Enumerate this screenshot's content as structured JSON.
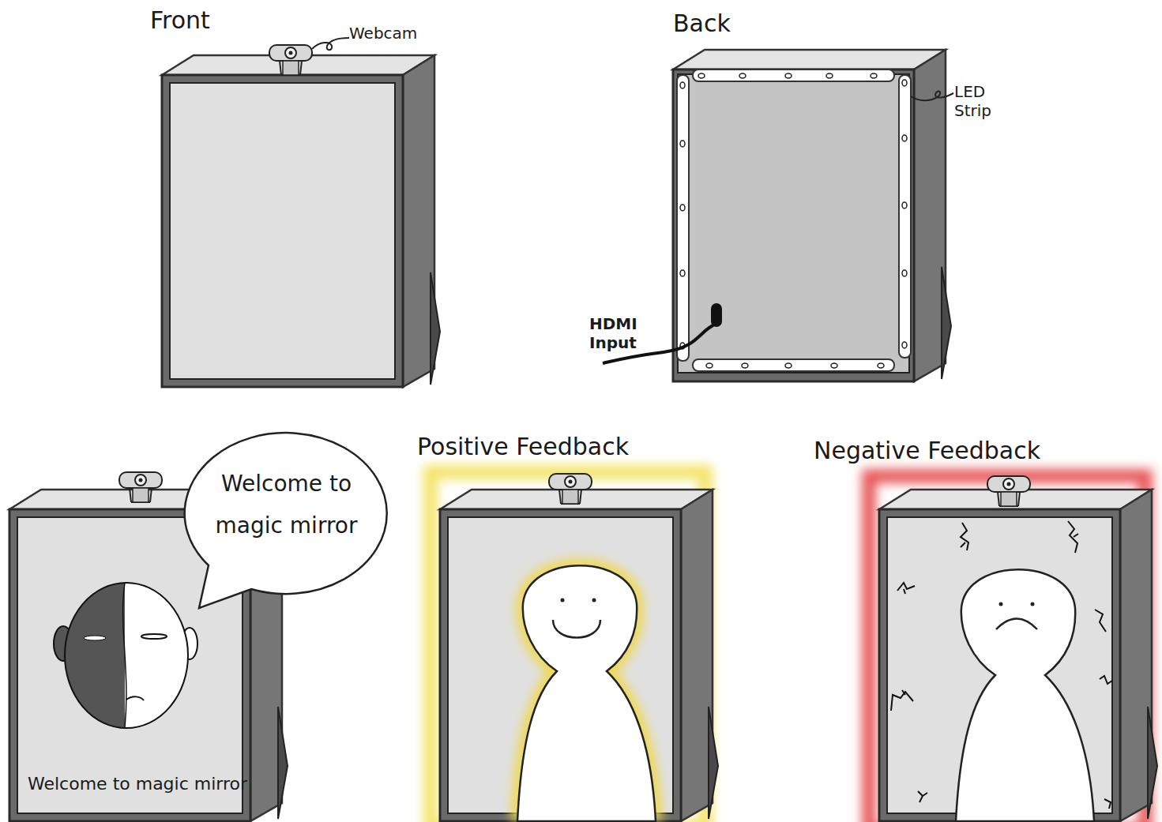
{
  "diagram": {
    "nodes": [
      {
        "text": [
          "Front"
        ]
      },
      {
        "text": [
          "Back"
        ]
      },
      {
        "text": [
          "Welcome to magic mirror"
        ]
      },
      {
        "text": [
          "Welcome to magic mirror"
        ]
      },
      {
        "text": [
          "Positive Feedback"
        ]
      },
      {
        "text": [
          "Negative Feedback"
        ]
      }
    ],
    "labels": [
      "Webcam",
      "LED Strip",
      "HDMI Input"
    ]
  }
}
